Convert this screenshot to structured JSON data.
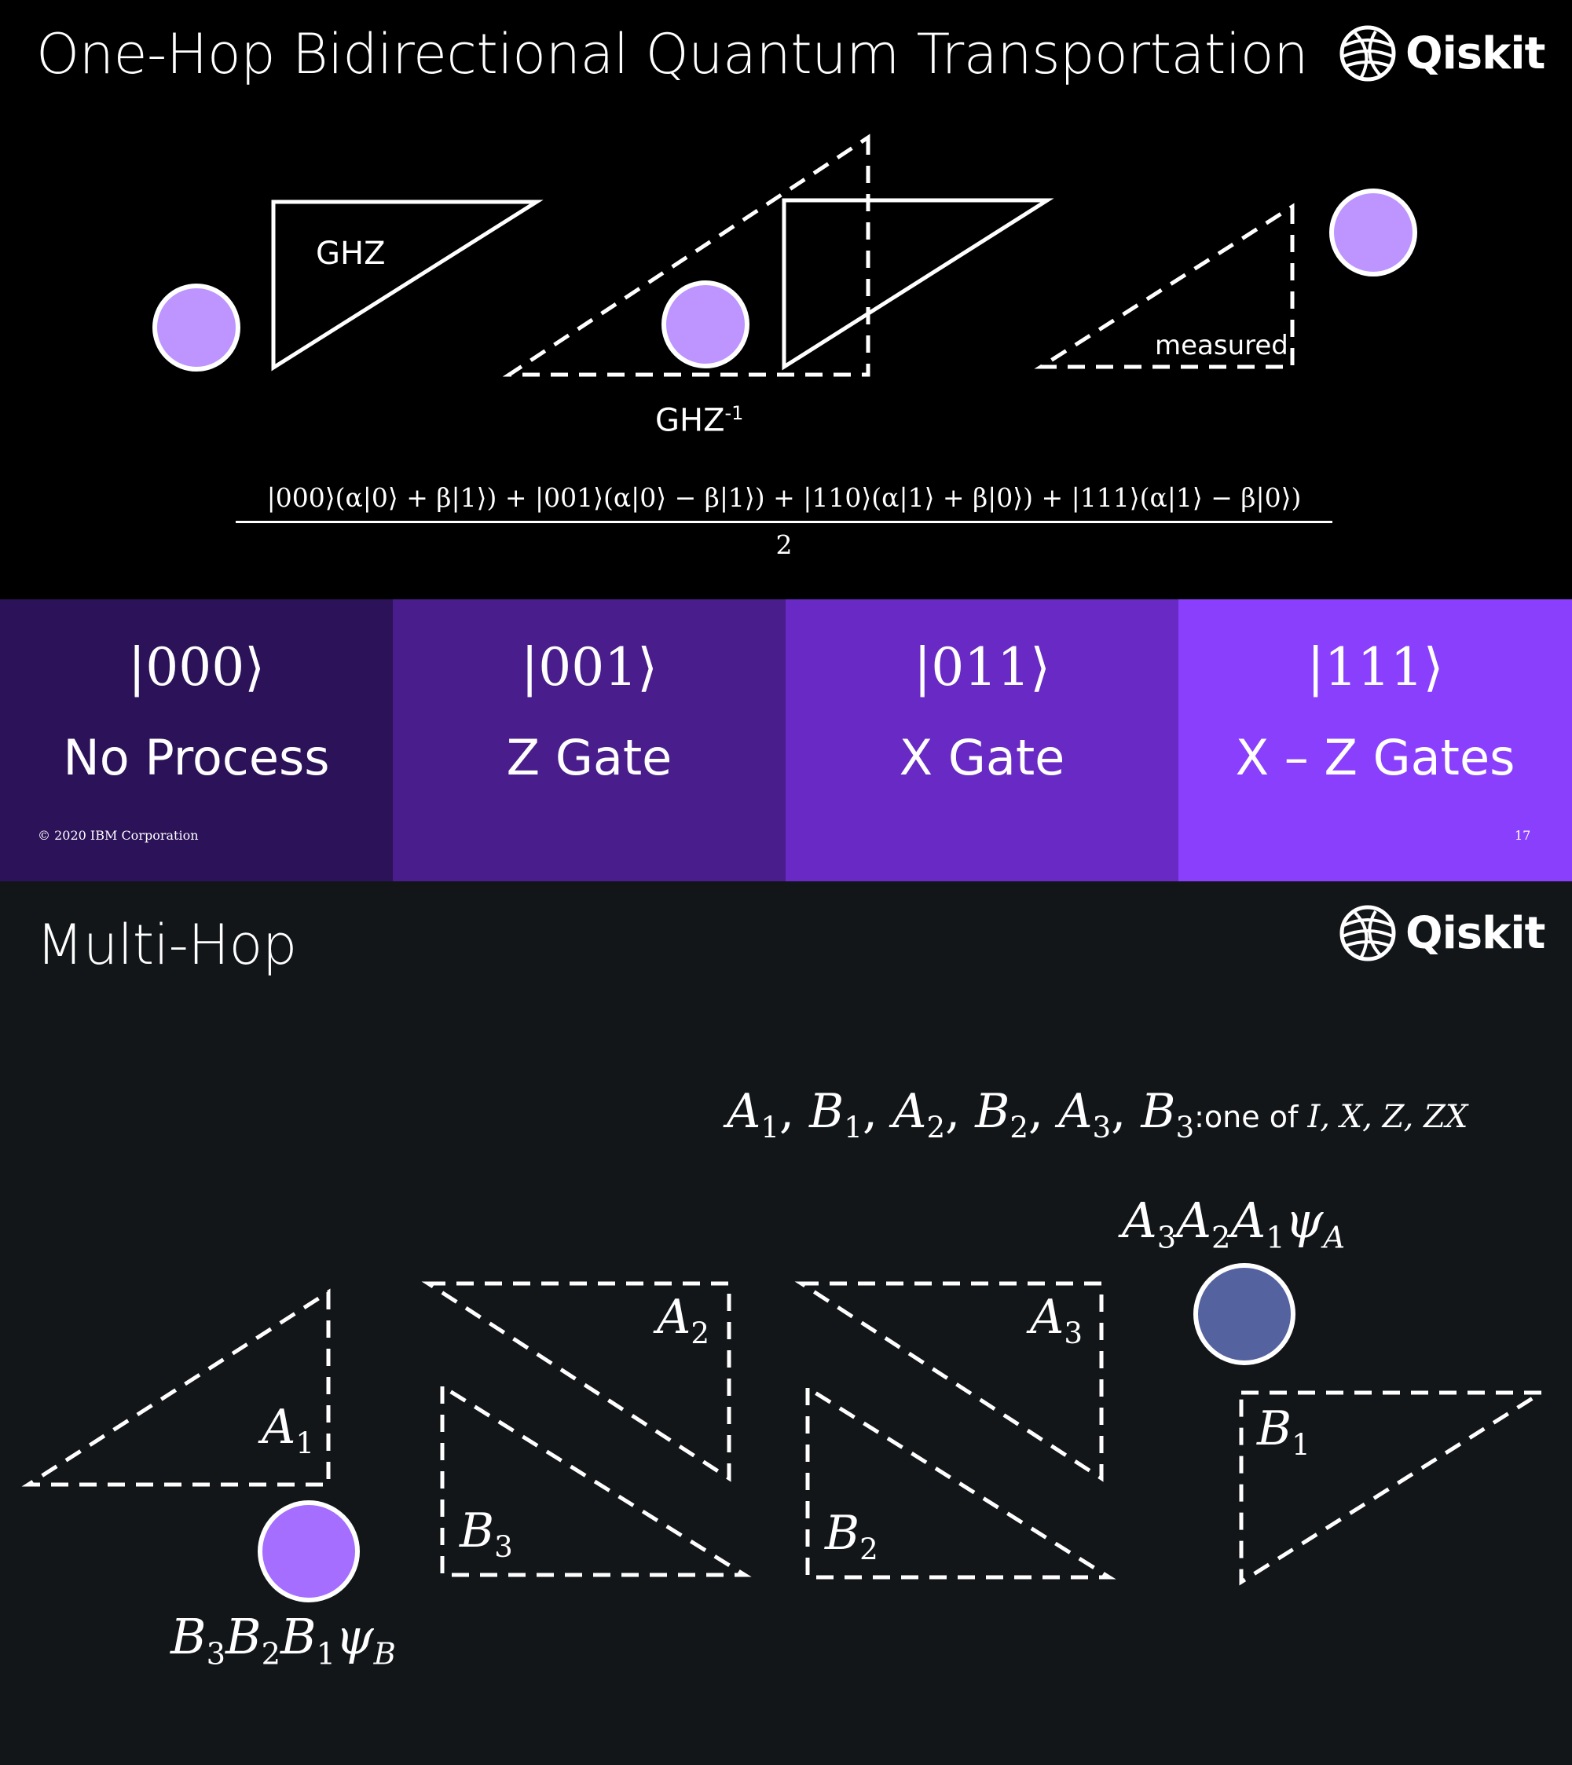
{
  "slide1": {
    "title": "One-Hop Bidirectional Quantum Transportation",
    "logo_text": "Qiskit",
    "logo_icon": "qiskit-globe-icon",
    "ghz_label": "GHZ",
    "ghz_inverse_label": "GHZ",
    "ghz_inverse_superscript": "-1",
    "measured_label": "measured",
    "equation_numerator": "|000⟩(α|0⟩ + β|1⟩) + |001⟩(α|0⟩ − β|1⟩) + |110⟩(α|1⟩ + β|0⟩) + |111⟩(α|1⟩ − β|0⟩)",
    "equation_denominator": "2",
    "outcomes": [
      {
        "ket": "|000⟩",
        "process": "No Process",
        "color": "#2c1258"
      },
      {
        "ket": "|001⟩",
        "process": "Z Gate",
        "color": "#491d8b"
      },
      {
        "ket": "|011⟩",
        "process": "X Gate",
        "color": "#6929c4"
      },
      {
        "ket": "|111⟩",
        "process": "X – Z Gates",
        "color": "#8a3ffc"
      }
    ],
    "footer_left": "© 2020 IBM Corporation",
    "page_number": "17",
    "qubit_color": "#be95ff"
  },
  "slide2": {
    "title": "Multi-Hop",
    "logo_text": "Qiskit",
    "logo_icon": "qiskit-globe-icon",
    "operators_list": {
      "symbols": [
        {
          "base": "A",
          "sub": "1"
        },
        {
          "base": "B",
          "sub": "1"
        },
        {
          "base": "A",
          "sub": "2"
        },
        {
          "base": "B",
          "sub": "2"
        },
        {
          "base": "A",
          "sub": "3"
        },
        {
          "base": "B",
          "sub": "3"
        }
      ],
      "suffix_text": ":one of ",
      "options": "I, X, Z, ZX"
    },
    "triangle_labels": [
      {
        "base": "A",
        "sub": "1"
      },
      {
        "base": "A",
        "sub": "2"
      },
      {
        "base": "A",
        "sub": "3"
      },
      {
        "base": "B",
        "sub": "1"
      },
      {
        "base": "B",
        "sub": "2"
      },
      {
        "base": "B",
        "sub": "3"
      }
    ],
    "state_a": {
      "parts": [
        {
          "base": "A",
          "sub": "3"
        },
        {
          "base": "A",
          "sub": "2"
        },
        {
          "base": "A",
          "sub": "1"
        },
        {
          "base": "ψ",
          "sub": "A"
        }
      ],
      "color": "#5562a0"
    },
    "state_b": {
      "parts": [
        {
          "base": "B",
          "sub": "3"
        },
        {
          "base": "B",
          "sub": "2"
        },
        {
          "base": "B",
          "sub": "1"
        },
        {
          "base": "ψ",
          "sub": "B"
        }
      ],
      "color": "#a56eff"
    }
  }
}
